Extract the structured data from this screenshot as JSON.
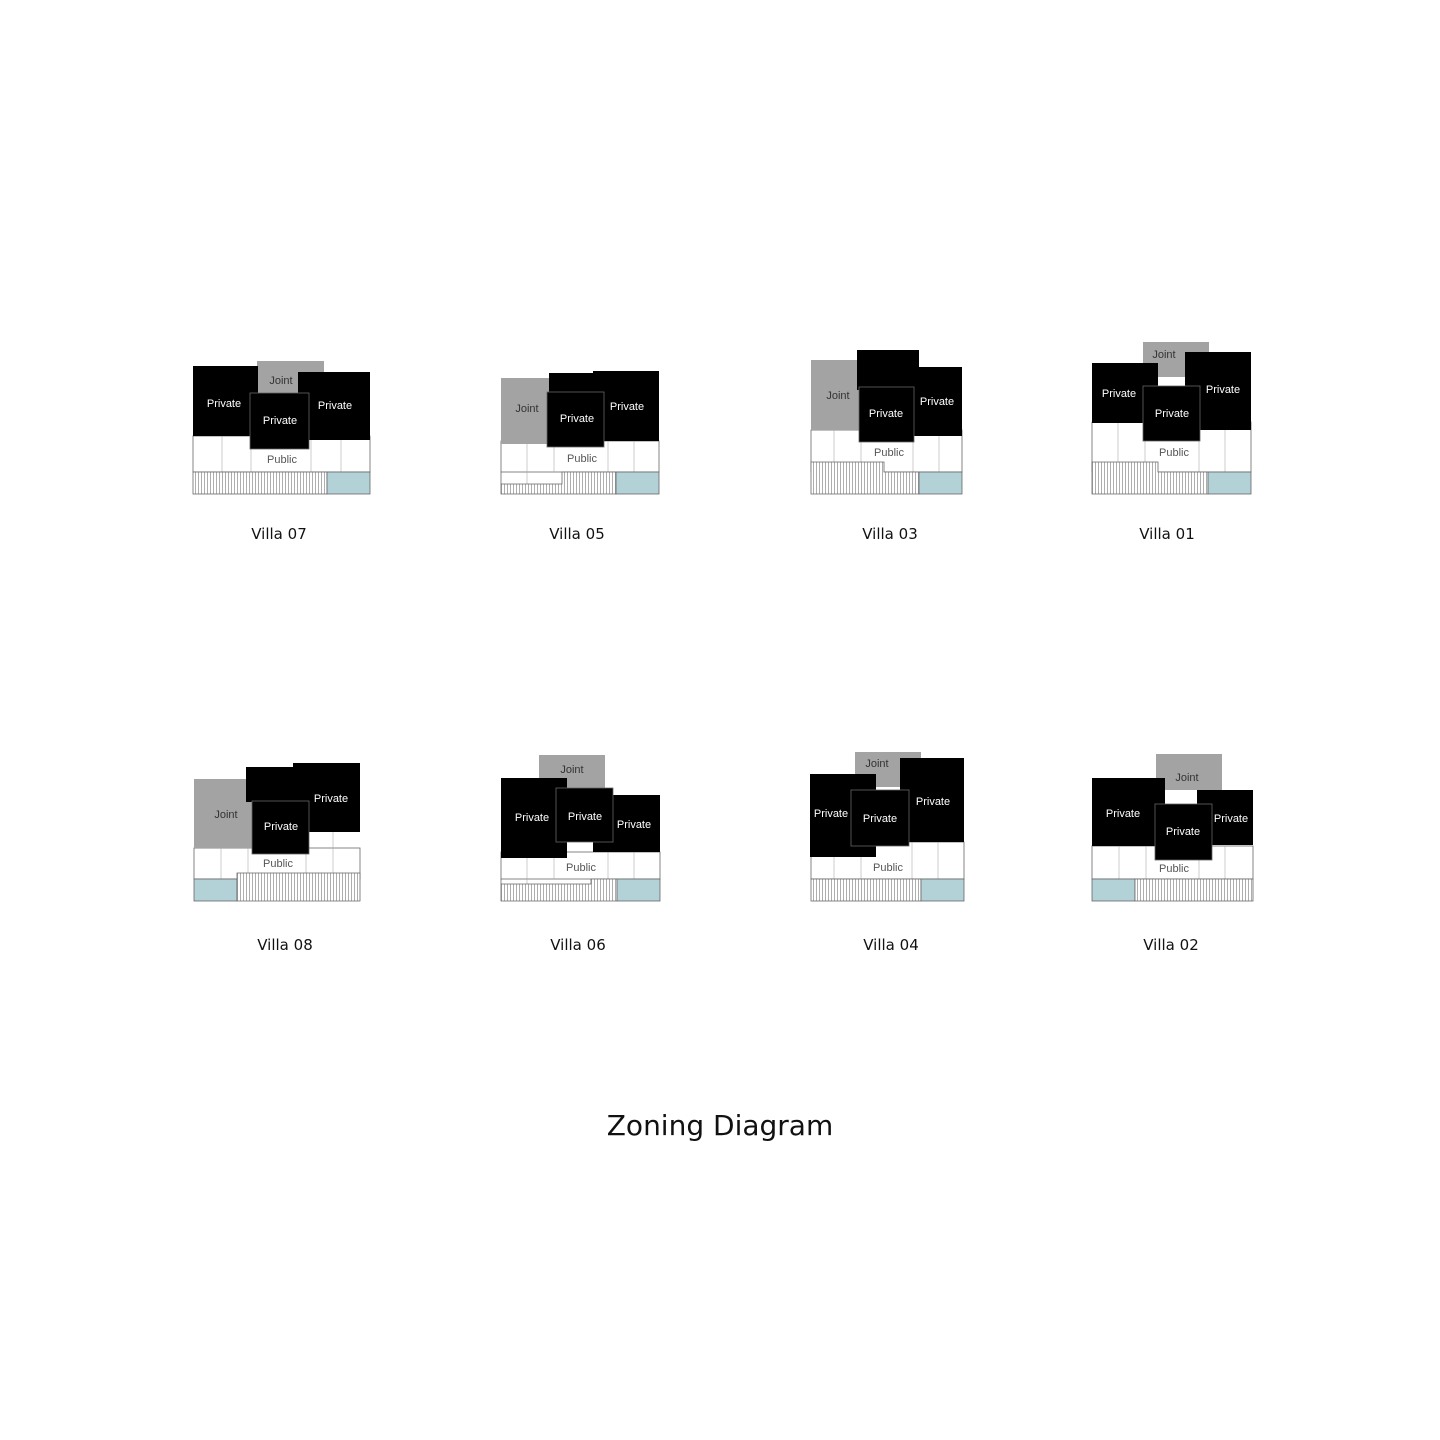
{
  "title": "Zoning Diagram",
  "colors": {
    "private": "#000000",
    "joint": "#a3a3a3",
    "public": "#ffffff",
    "pool": "#b3d2d7",
    "hatch": "#888888",
    "outline": "#555555",
    "private_text": "#ffffff",
    "joint_text": "#333333",
    "public_text": "#555555"
  },
  "labels": {
    "private": "Private",
    "joint": "Joint",
    "public": "Public"
  },
  "villas": [
    {
      "name": "Villa 07"
    },
    {
      "name": "Villa 05"
    },
    {
      "name": "Villa 03"
    },
    {
      "name": "Villa 01"
    },
    {
      "name": "Villa 08"
    },
    {
      "name": "Villa 06"
    },
    {
      "name": "Villa 04"
    },
    {
      "name": "Villa 02"
    }
  ]
}
